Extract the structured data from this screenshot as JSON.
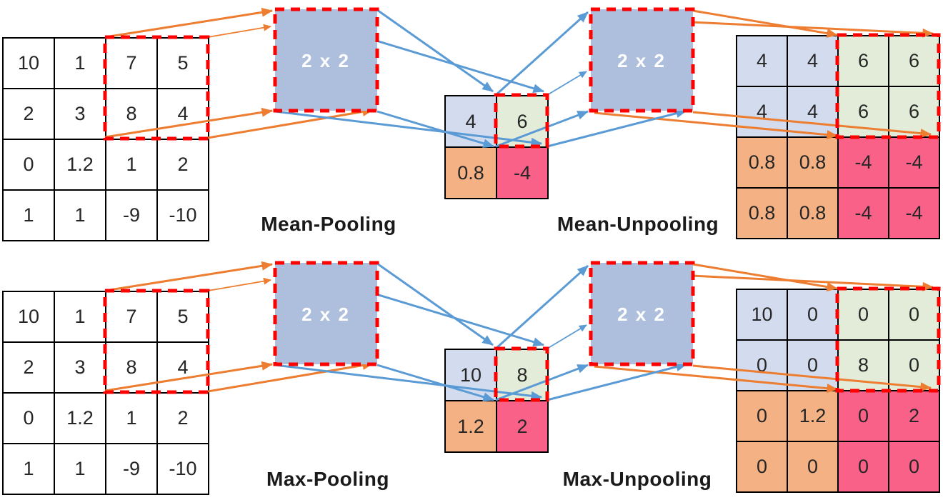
{
  "colors": {
    "arrow_orange": "#ED7D31",
    "arrow_blue": "#5B9BD5",
    "dashed_outline": "#FE0000",
    "kernel_fill": "#AEBFDD",
    "cell_blue": "#D3DCEE",
    "cell_green": "#E2ECD9",
    "cell_orange": "#F4B183",
    "cell_pink": "#FA6189",
    "grid_line": "#000000"
  },
  "diagrams": [
    {
      "id": "mean",
      "pool_label": "Mean-Pooling",
      "unpool_label": "Mean-Unpooling",
      "kernel_label_left": "2 x 2",
      "kernel_label_right": "2 x 2",
      "input_matrix": [
        [
          "10",
          "1",
          "7",
          "5"
        ],
        [
          "2",
          "3",
          "8",
          "4"
        ],
        [
          "0",
          "1.2",
          "1",
          "2"
        ],
        [
          "1",
          "1",
          "-9",
          "-10"
        ]
      ],
      "pooled_matrix": [
        [
          "4",
          "6"
        ],
        [
          "0.8",
          "-4"
        ]
      ],
      "output_matrix": [
        [
          "4",
          "4",
          "6",
          "6"
        ],
        [
          "4",
          "4",
          "6",
          "6"
        ],
        [
          "0.8",
          "0.8",
          "-4",
          "-4"
        ],
        [
          "0.8",
          "0.8",
          "-4",
          "-4"
        ]
      ]
    },
    {
      "id": "max",
      "pool_label": "Max-Pooling",
      "unpool_label": "Max-Unpooling",
      "kernel_label_left": "2 x 2",
      "kernel_label_right": "2 x 2",
      "input_matrix": [
        [
          "10",
          "1",
          "7",
          "5"
        ],
        [
          "2",
          "3",
          "8",
          "4"
        ],
        [
          "0",
          "1.2",
          "1",
          "2"
        ],
        [
          "1",
          "1",
          "-9",
          "-10"
        ]
      ],
      "pooled_matrix": [
        [
          "10",
          "8"
        ],
        [
          "1.2",
          "2"
        ]
      ],
      "output_matrix": [
        [
          "10",
          "0",
          "0",
          "0"
        ],
        [
          "0",
          "0",
          "8",
          "0"
        ],
        [
          "0",
          "1.2",
          "0",
          "2"
        ],
        [
          "0",
          "0",
          "0",
          "0"
        ]
      ]
    }
  ]
}
